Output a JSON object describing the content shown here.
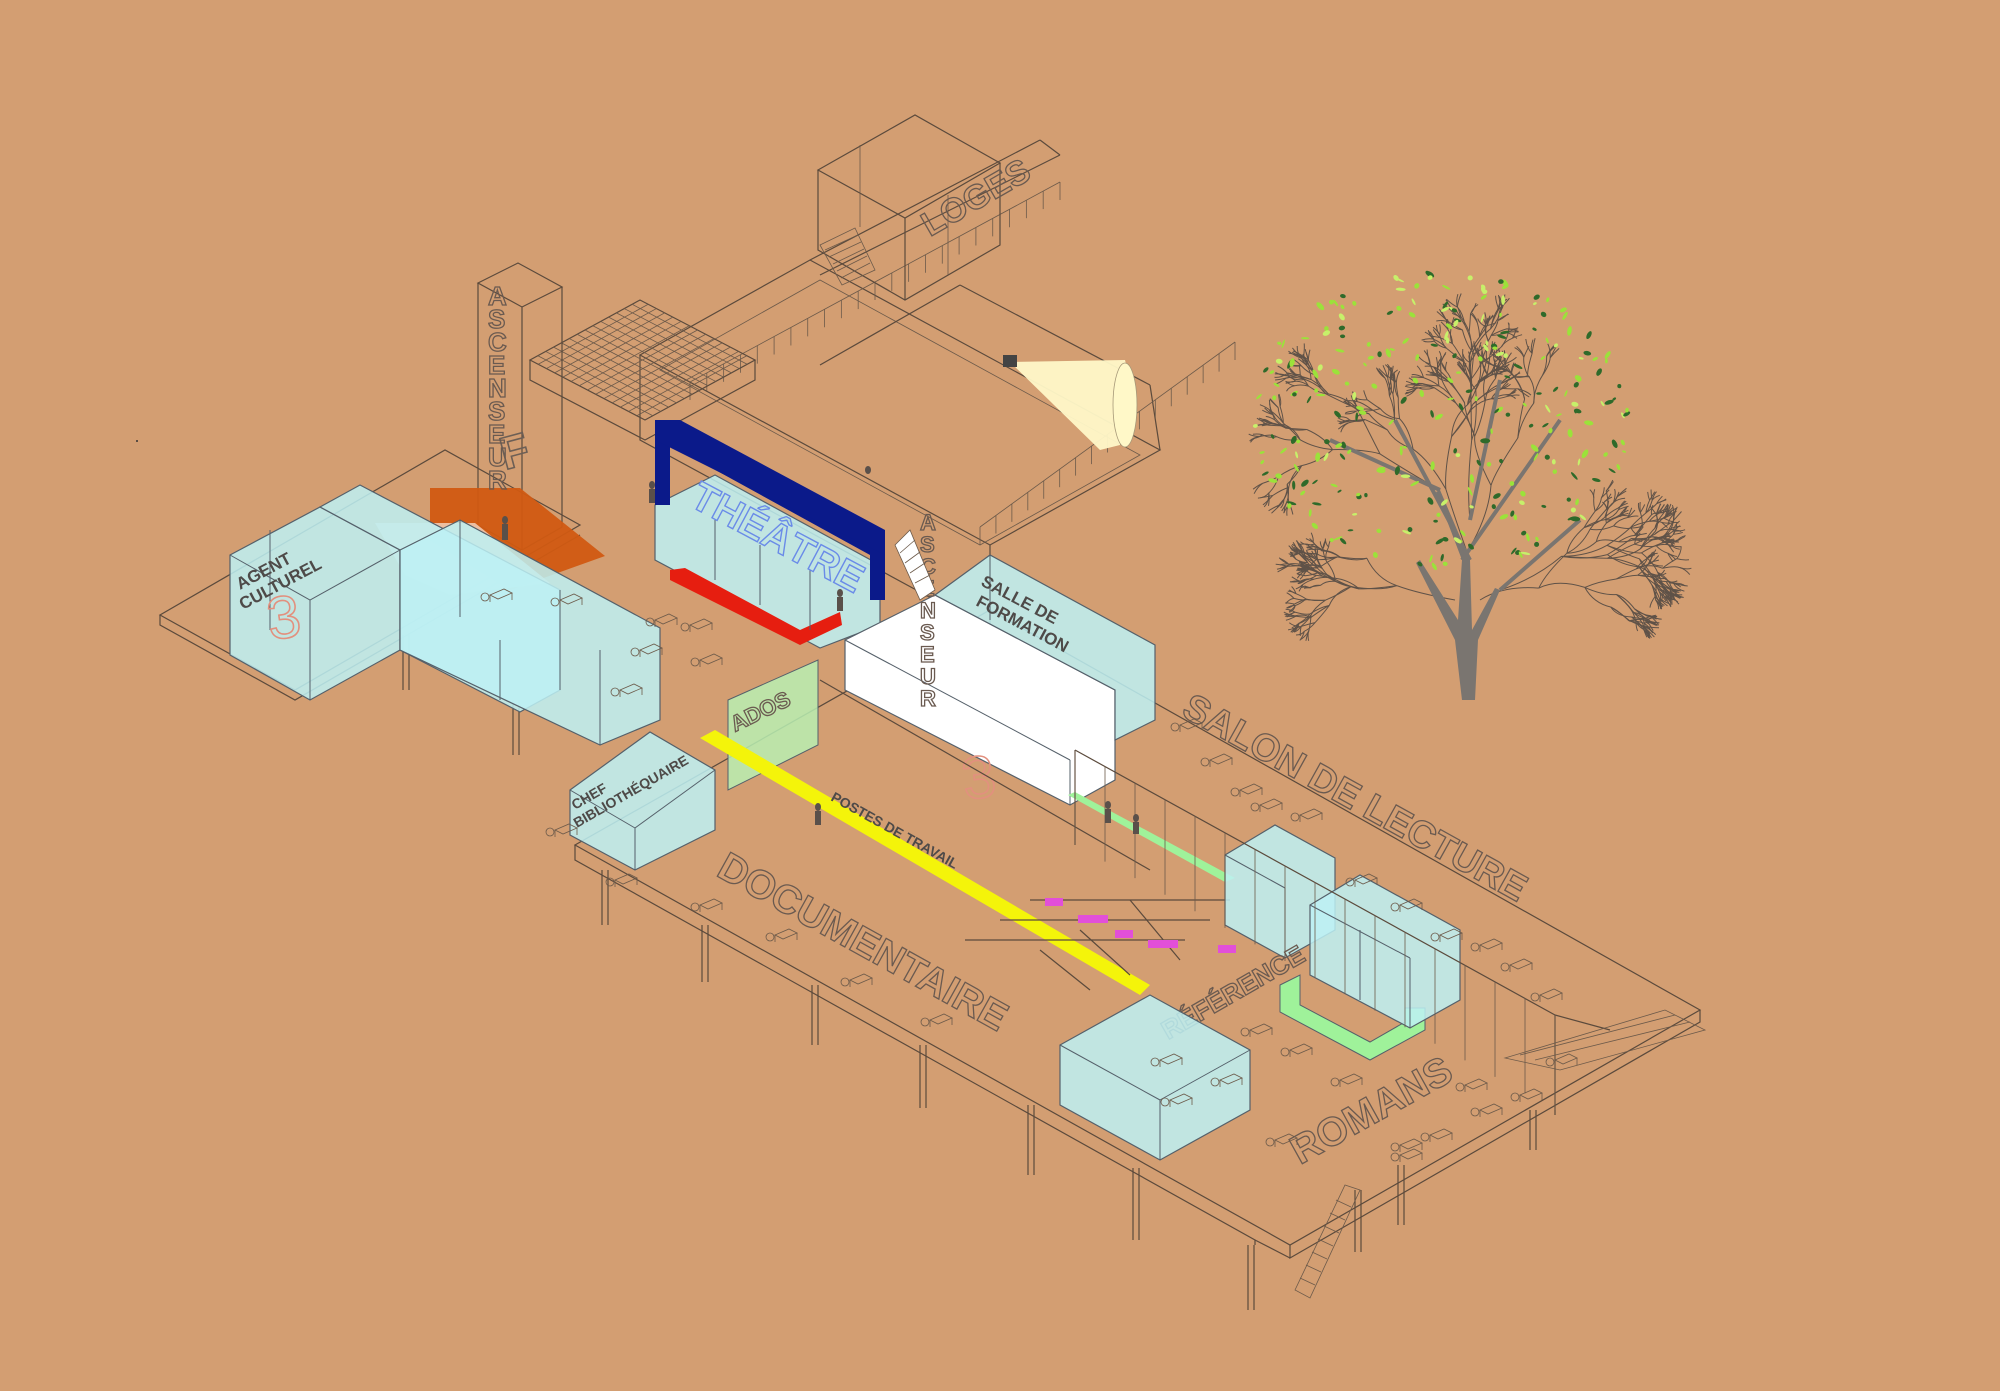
{
  "colors": {
    "background": "#d39e72",
    "theatre_blue": "#0b1a8a",
    "room_fill": "#bdf1f4",
    "highlight_yellow": "#f4f40a",
    "stage_red": "#e61e10",
    "elevator_orange": "#d15a12",
    "ramp_green": "#9ff29a",
    "furniture_magenta": "#e24fd9",
    "spotlight": "#fff8c8",
    "tree_trunk": "#7a7570"
  },
  "labels": {
    "loges": "LOGES",
    "ascenseur_left": "ASCENSEUR",
    "ascenseur_right": "ASCENSEUR",
    "theatre": "THÉÂTRE",
    "agent_culturel_line1": "AGENT",
    "agent_culturel_line2": "CULTUREL",
    "agent_number": "3",
    "salle_formation_line1": "SALLE DE",
    "salle_formation_line2": "FORMATION",
    "ados": "ADOS",
    "chef_line1": "CHEF",
    "chef_line2": "BIBLIOTHÉQUAIRE",
    "postes": "POSTES DE TRAVAIL",
    "documentaire": "DOCUMENTAIRE",
    "salon": "SALON DE LECTURE",
    "reference": "RÉFÉRENCE",
    "romans": "ROMANS",
    "elevator_right_number": "3"
  },
  "icons": [
    "tree-icon",
    "spotlight-icon",
    "staircase-icon",
    "desk-chair-icon",
    "person-figure-icon"
  ]
}
